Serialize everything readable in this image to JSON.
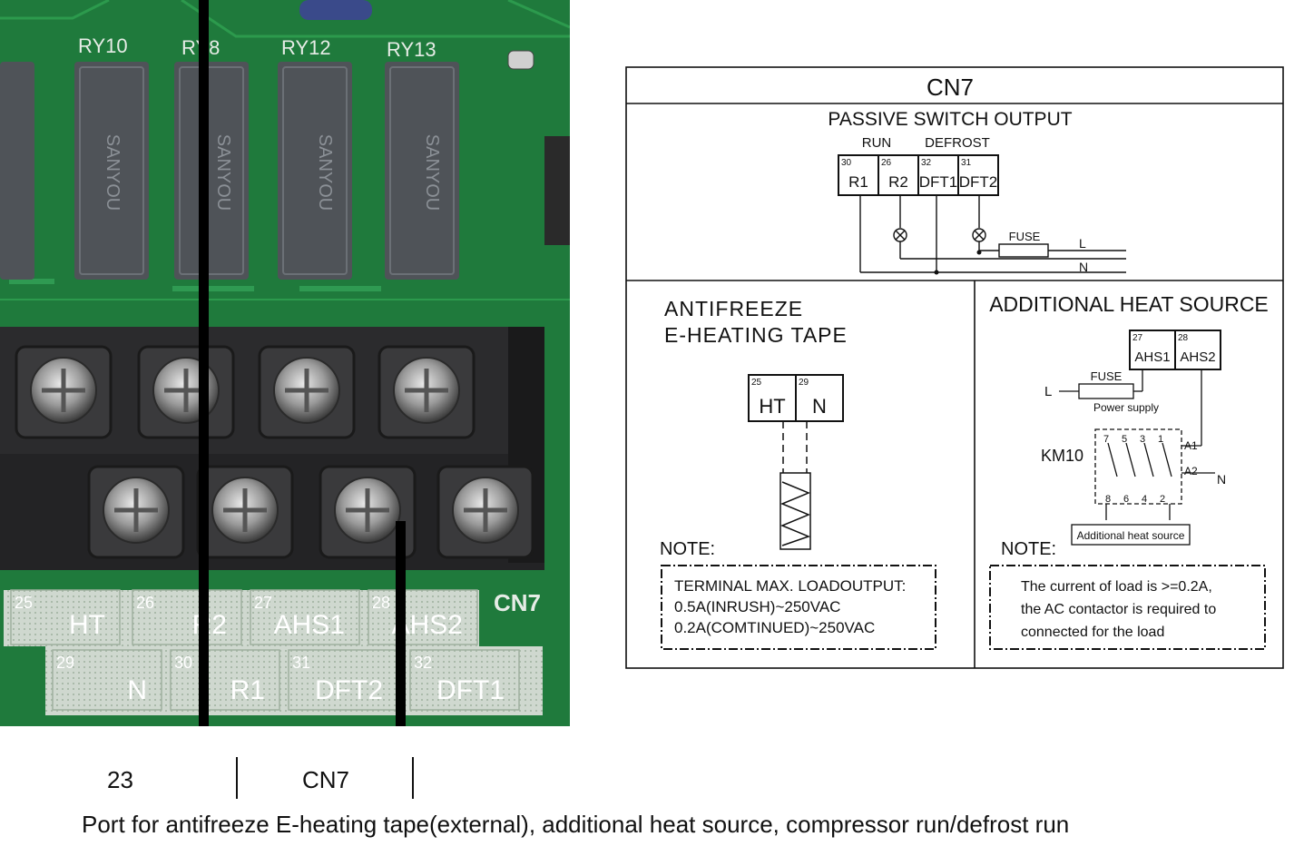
{
  "photo": {
    "relay_labels": [
      "RY10",
      "RY8",
      "RY12",
      "RY13"
    ],
    "connector_label": "CN7",
    "terminals_top": [
      {
        "num": "25",
        "name": "HT"
      },
      {
        "num": "26",
        "name": "R2"
      },
      {
        "num": "27",
        "name": "AHS1"
      },
      {
        "num": "28",
        "name": "AHS2"
      }
    ],
    "terminals_bottom": [
      {
        "num": "29",
        "name": "N"
      },
      {
        "num": "30",
        "name": "R1"
      },
      {
        "num": "31",
        "name": "DFT2"
      },
      {
        "num": "32",
        "name": "DFT1"
      }
    ]
  },
  "schematic": {
    "title": "CN7",
    "passive": {
      "title": "PASSIVE SWITCH OUTPUT",
      "run_label": "RUN",
      "defrost_label": "DEFROST",
      "terminals": [
        {
          "num": "30",
          "name": "R1"
        },
        {
          "num": "26",
          "name": "R2"
        },
        {
          "num": "32",
          "name": "DFT1"
        },
        {
          "num": "31",
          "name": "DFT2"
        }
      ],
      "fuse_label": "FUSE",
      "line_l": "L",
      "line_n": "N"
    },
    "antifreeze": {
      "title_line1": "ANTIFREEZE",
      "title_line2": "E-HEATING TAPE",
      "terminals": [
        {
          "num": "25",
          "name": "HT"
        },
        {
          "num": "29",
          "name": "N"
        }
      ],
      "note_label": "NOTE:",
      "note_lines": [
        "TERMINAL MAX. LOADOUTPUT:",
        "0.5A(INRUSH)~250VAC",
        "0.2A(COMTINUED)~250VAC"
      ]
    },
    "ahs": {
      "title": "ADDITIONAL HEAT SOURCE",
      "terminals": [
        {
          "num": "27",
          "name": "AHS1"
        },
        {
          "num": "28",
          "name": "AHS2"
        }
      ],
      "fuse_label": "FUSE",
      "line_l": "L",
      "power_supply": "Power supply",
      "contactor": "KM10",
      "coil_a1": "A1",
      "coil_a2": "A2",
      "line_n": "N",
      "contact_top": [
        "7",
        "5",
        "3",
        "1"
      ],
      "contact_bottom": [
        "8",
        "6",
        "4",
        "2"
      ],
      "heat_source_box": "Additional heat source",
      "note_label": "NOTE:",
      "note_lines": [
        "The current of load is >=0.2A,",
        "the AC contactor is required to",
        "connected for the load"
      ]
    }
  },
  "caption": {
    "number": "23",
    "name": "CN7",
    "description": "Port for antifreeze E-heating tape(external), additional heat source, compressor run/defrost run"
  },
  "colors": {
    "pcb": "#1f7a3c",
    "pcb_dark": "#0f4f24",
    "relay": "#4f5358",
    "terminal_block": "#2b2b2d",
    "silk": "#d8e0d8"
  }
}
